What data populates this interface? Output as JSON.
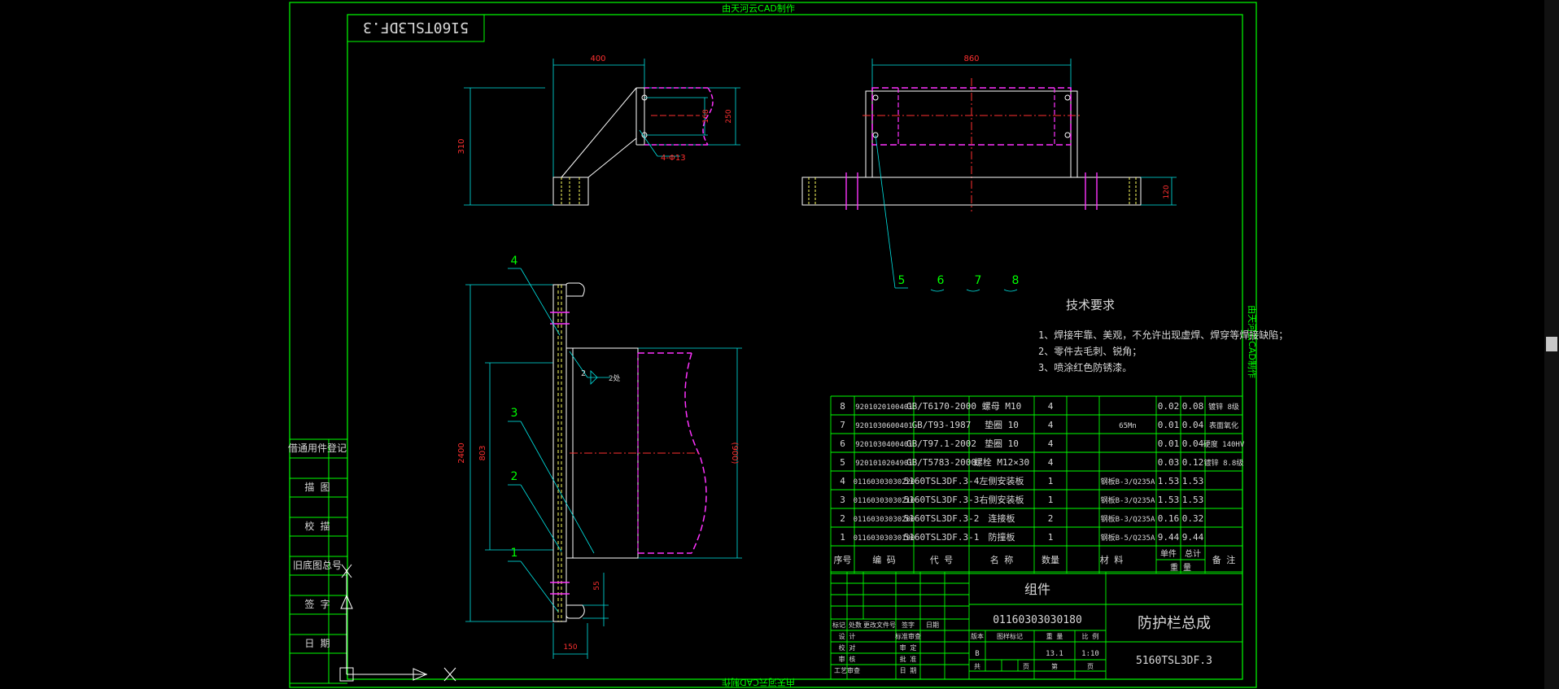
{
  "header_watermark": "由天河云CAD制作",
  "footer_watermark": "由天河云CAD制作",
  "side_watermark": "由天河云CAD制作",
  "top_stamp": "5160TSL3DF.3",
  "dims": {
    "d400": "400",
    "d310": "310",
    "d168": "168",
    "d250": "250",
    "hole": "4-Φ13",
    "d860": "860",
    "d120": "120",
    "d2400": "2400",
    "d803": "803",
    "d900": "(900)",
    "d55": "55",
    "d150": "150"
  },
  "balloons": [
    "5",
    "6",
    "7",
    "8"
  ],
  "left_balloons": {
    "b4": "4",
    "b3": "3",
    "b2": "2",
    "b1": "1"
  },
  "weld": {
    "size": "2",
    "mark": "2处"
  },
  "tech": {
    "title": "技术要求",
    "items": [
      "1、焊接牢靠、美观，不允许出现虚焊、焊穿等焊接缺陷；",
      "2、零件去毛刺、锐角；",
      "3、喷涂红色防锈漆。"
    ]
  },
  "side_panel": [
    "借通用件登记",
    "描 图",
    "校 描",
    "旧底图总号",
    "签 字",
    "日 期"
  ],
  "bom": {
    "rows": [
      [
        "8",
        "9201020100401",
        "GB/T6170-2000",
        "螺母 M10",
        "4",
        "",
        "0.02",
        "0.08",
        "镀锌 8级"
      ],
      [
        "7",
        "9201030600401",
        "GB/T93-1987",
        "垫圈 10",
        "4",
        "65Mn",
        "0.01",
        "0.04",
        "表面氧化"
      ],
      [
        "6",
        "9201030400401",
        "GB/T97.1-2002",
        "垫圈 10",
        "4",
        "",
        "0.01",
        "0.04",
        "硬度 140HV"
      ],
      [
        "5",
        "9201010204901",
        "GB/T5783-2000",
        "螺栓 M12×30",
        "4",
        "",
        "0.03",
        "0.12",
        "镀锌 8.8级"
      ],
      [
        "4",
        "01160303030220",
        "5160TSL3DF.3-4",
        "左侧安装板",
        "1",
        "钢板B-3/Q235A",
        "1.53",
        "1.53",
        ""
      ],
      [
        "3",
        "01160303030210",
        "5160TSL3DF.3-3",
        "右侧安装板",
        "1",
        "钢板B-3/Q235A",
        "1.53",
        "1.53",
        ""
      ],
      [
        "2",
        "01160303030200",
        "5160TSL3DF.3-2",
        "连接板",
        "2",
        "钢板B-3/Q235A",
        "0.16",
        "0.32",
        ""
      ],
      [
        "1",
        "01160303030190",
        "5160TSL3DF.3-1",
        "防撞板",
        "1",
        "钢板B-5/Q235A",
        "9.44",
        "9.44",
        ""
      ]
    ],
    "header": [
      "序号",
      "编 码",
      "代 号",
      "名 称",
      "数量",
      "材 料",
      "单件",
      "总计",
      "备 注"
    ],
    "weight_label": "重 量"
  },
  "title_block": {
    "group": "组件",
    "code": "01160303030180",
    "name": "防护栏总成",
    "drawing_no": "5160TSL3DF.3",
    "rev_labels": [
      "标记",
      "处数",
      "更改文件号",
      "签字",
      "日期"
    ],
    "roles": [
      "设 计",
      "校 对",
      "审 核",
      "工艺审查"
    ],
    "roles2": [
      "标准审查",
      "审 定",
      "批 准",
      "日 期"
    ],
    "stage_labels": [
      "版本",
      "图样标记",
      "重 量",
      "比 例"
    ],
    "stage_values": [
      "B",
      "",
      "13.1",
      "1:10"
    ],
    "sheet_labels": [
      "共",
      "页",
      "第",
      "页"
    ]
  },
  "colors": {
    "frame": "#00ff00",
    "dimension": "#00e5e5",
    "part": "#ffffff",
    "hidden": "#ffff60",
    "center": "#ff3030",
    "phantom": "#ff33ff"
  }
}
